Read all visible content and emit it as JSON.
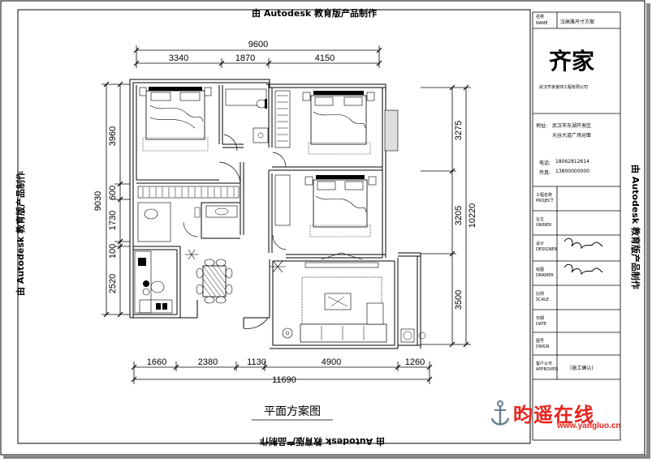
{
  "watermark": {
    "top": "由 Autodesk 教育版产品制作",
    "bottom": "由 Autodesk 教育版产品制作",
    "left": "由 Autodesk 教育版产品制作",
    "right": "由 Autodesk 教育版产品制作"
  },
  "dimensions": {
    "top_total": "9600",
    "top_segments": [
      "3340",
      "1870",
      "4150"
    ],
    "left_total": "9030",
    "left_segments": [
      "3960",
      "600",
      "1730",
      "100",
      "2520"
    ],
    "right_segments": [
      "3275",
      "3205",
      "3500"
    ],
    "right_total": "10220",
    "bottom_segments": [
      "1660",
      "2380",
      "1130",
      "4900",
      "1260"
    ],
    "bottom_total": "11690"
  },
  "drawing_title": "平面方案图",
  "title_block": {
    "project_label": "名称",
    "project_label_en": "NAME",
    "project_value": "汉高雅尺寸方案",
    "company_name": "齐家",
    "company_full": "武汉齐家装饰工程有限公司",
    "address_label": "地址:",
    "address_line1": "武汉市东湖开发区",
    "address_line2": "光谷大道广场对面",
    "phone_label": "电话:",
    "phone_value": "18062812614",
    "fax_label": "传真:",
    "fax_value": "13800000000",
    "rows": [
      {
        "cn": "工程名称",
        "en": "PROJECT",
        "value": ""
      },
      {
        "cn": "业主",
        "en": "OWNER",
        "value": ""
      },
      {
        "cn": "设计",
        "en": "DESIGNER",
        "value": ""
      },
      {
        "cn": "绘图",
        "en": "DRAWER",
        "value": ""
      },
      {
        "cn": "比例",
        "en": "SCALE",
        "value": ""
      },
      {
        "cn": "日期",
        "en": "DATE",
        "value": ""
      },
      {
        "cn": "图号",
        "en": "DWGN",
        "value": ""
      },
      {
        "cn": "客户认可",
        "en": "APPROVED",
        "value": "(施工确认)"
      }
    ]
  },
  "logo": {
    "main": "昀遥在线",
    "url": "www.yangluo.cn",
    "color": "#e8231b",
    "icon": "anchor-icon"
  }
}
